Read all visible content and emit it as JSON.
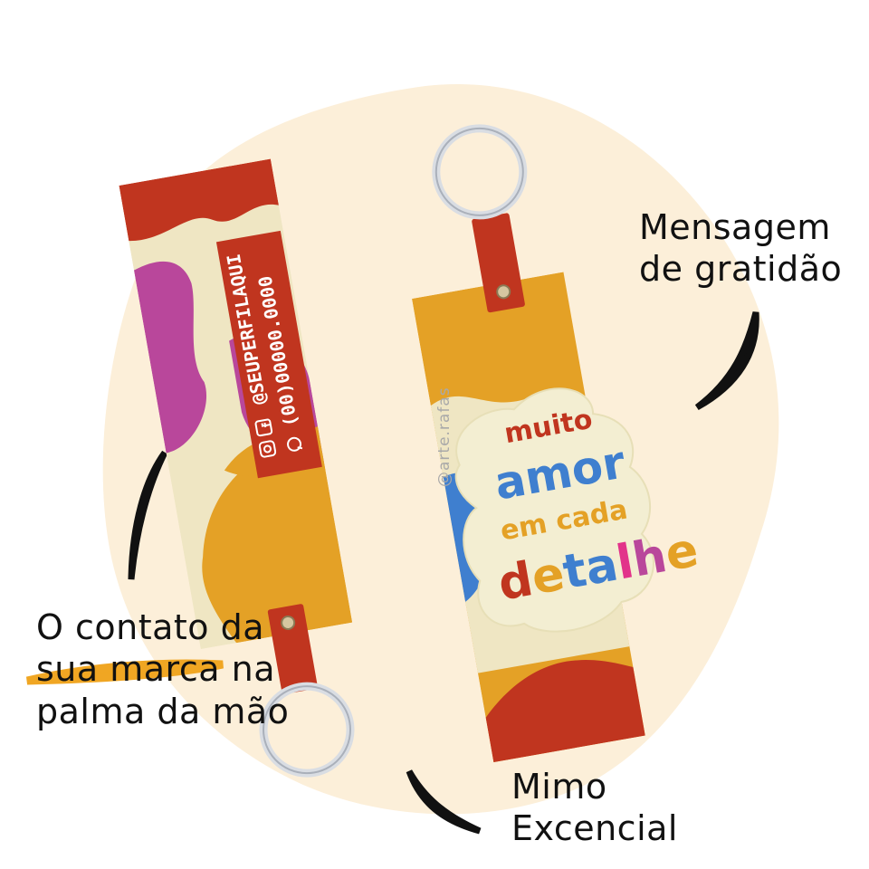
{
  "callouts": {
    "gratidao": {
      "line1": "Mensagem",
      "line2": "de gratidão"
    },
    "contato": {
      "line1": "O contato da",
      "line2_highlight": "sua marca",
      "line2_rest": " na",
      "line3": "palma da mão"
    },
    "mimo": {
      "line1": "Mimo",
      "line2": "Excencial"
    }
  },
  "keychain_contact": {
    "handle": "@SEUPERFILAQUI",
    "phone": "(00)00000.0000",
    "icons": [
      "instagram-icon",
      "facebook-icon",
      "whatsapp-icon"
    ]
  },
  "keychain_message": {
    "word1": "muito",
    "word2": "amor",
    "word3": "em cada",
    "word4": "detalhe"
  },
  "watermark": "@arte.rafas",
  "colors": {
    "blob": "#fcefd9",
    "red": "#c0351f",
    "mustard": "#e4a126",
    "magenta": "#b9479b",
    "cream": "#efe6c3",
    "blue": "#3f7fcf",
    "pink": "#e2338a",
    "highlight": "#f0a623"
  }
}
